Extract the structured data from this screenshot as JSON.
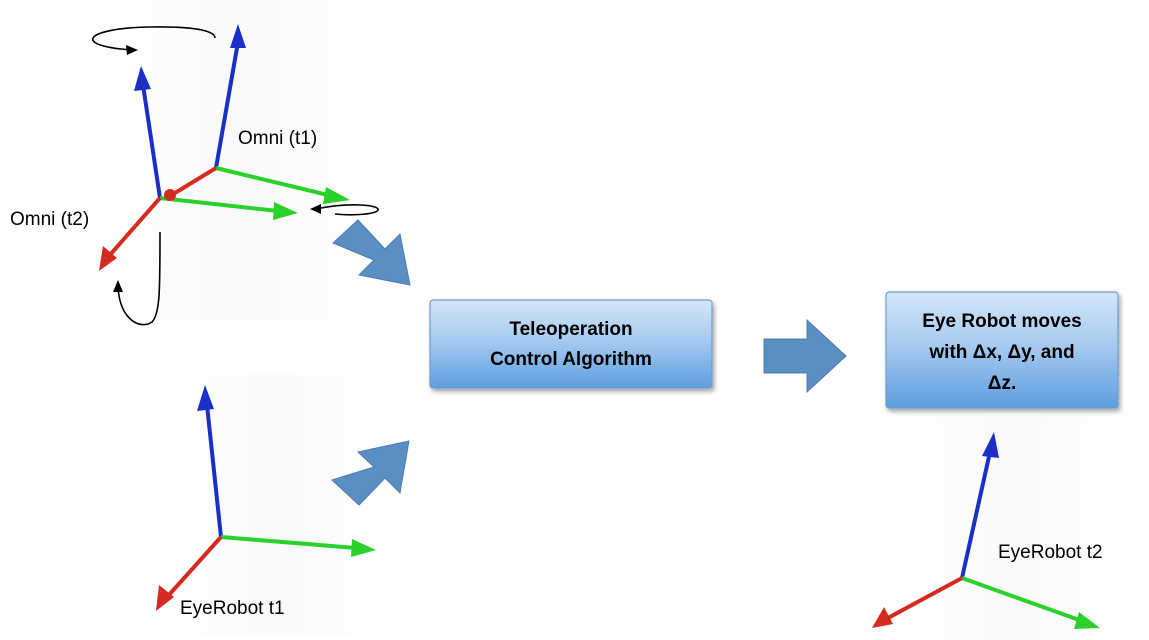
{
  "labels": {
    "omni_t1": "Omni (t1)",
    "omni_t2": "Omni (t2)",
    "eyerobot_t1": "EyeRobot t1",
    "eyerobot_t2": "EyeRobot t2"
  },
  "boxes": {
    "teleop_line1": "Teleoperation",
    "teleop_line2": "Control Algorithm",
    "eye_line1": "Eye Robot moves",
    "eye_line2": "with Δx, Δy, and",
    "eye_line3": "Δz."
  },
  "colors": {
    "z_axis": "#1a2ec8",
    "x_axis": "#d42a1f",
    "y_axis": "#2bd12b",
    "flow_arrow": "#5b8ec2",
    "box_top": "#c9e0f7",
    "box_bottom": "#5e9ee0",
    "box_border": "#6d9ccf"
  },
  "icons": {
    "flow_arrow": "block-arrow-icon",
    "rotation": "curved-rotation-arrow-icon",
    "axes": "xyz-axes-icon"
  }
}
